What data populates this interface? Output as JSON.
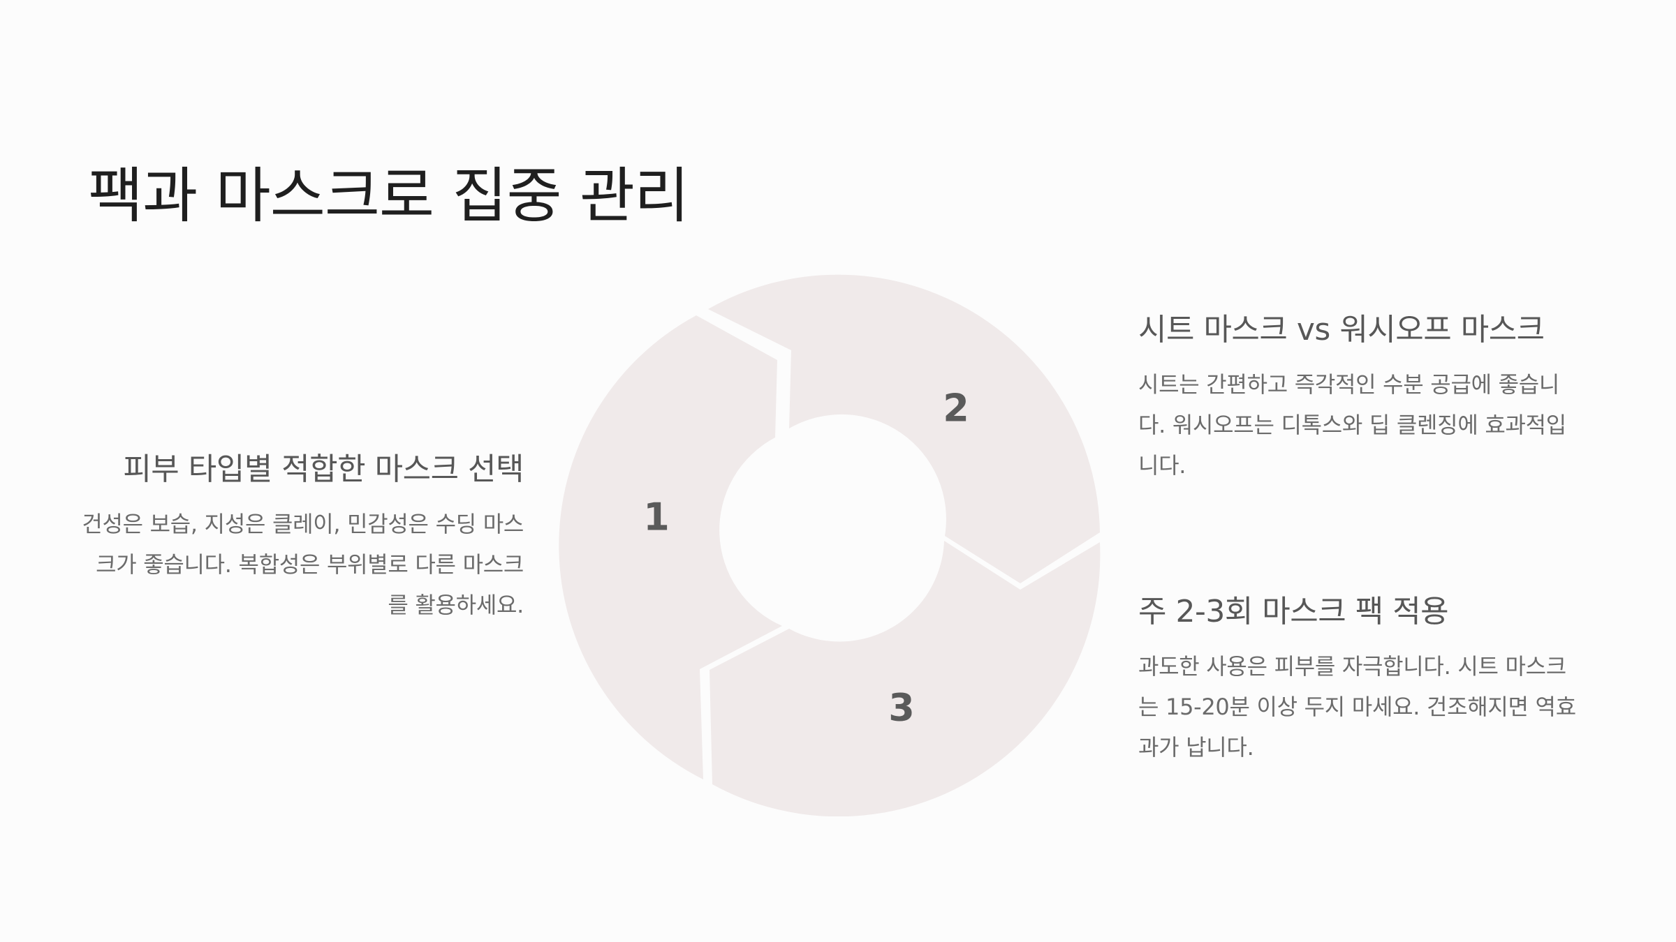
{
  "slide": {
    "title": "팩과 마스크로 집중 관리"
  },
  "cycle": {
    "segments": [
      {
        "number": "1"
      },
      {
        "number": "2"
      },
      {
        "number": "3"
      }
    ],
    "fill_color": "#f0eaea",
    "number_color": "#5a5a5a"
  },
  "items": [
    {
      "heading": "피부 타입별 적합한 마스크 선택",
      "body": "건성은 보습, 지성은 클레이, 민감성은 수딩 마스크가 좋습니다. 복합성은 부위별로 다른 마스크를 활용하세요."
    },
    {
      "heading": "시트 마스크 vs 워시오프 마스크",
      "body": "시트는 간편하고 즉각적인 수분 공급에 좋습니다. 워시오프는 디톡스와 딥 클렌징에 효과적입니다."
    },
    {
      "heading": "주 2-3회 마스크 팩 적용",
      "body": "과도한 사용은 피부를 자극합니다. 시트 마스크는 15-20분 이상 두지 마세요. 건조해지면 역효과가 납니다."
    }
  ]
}
